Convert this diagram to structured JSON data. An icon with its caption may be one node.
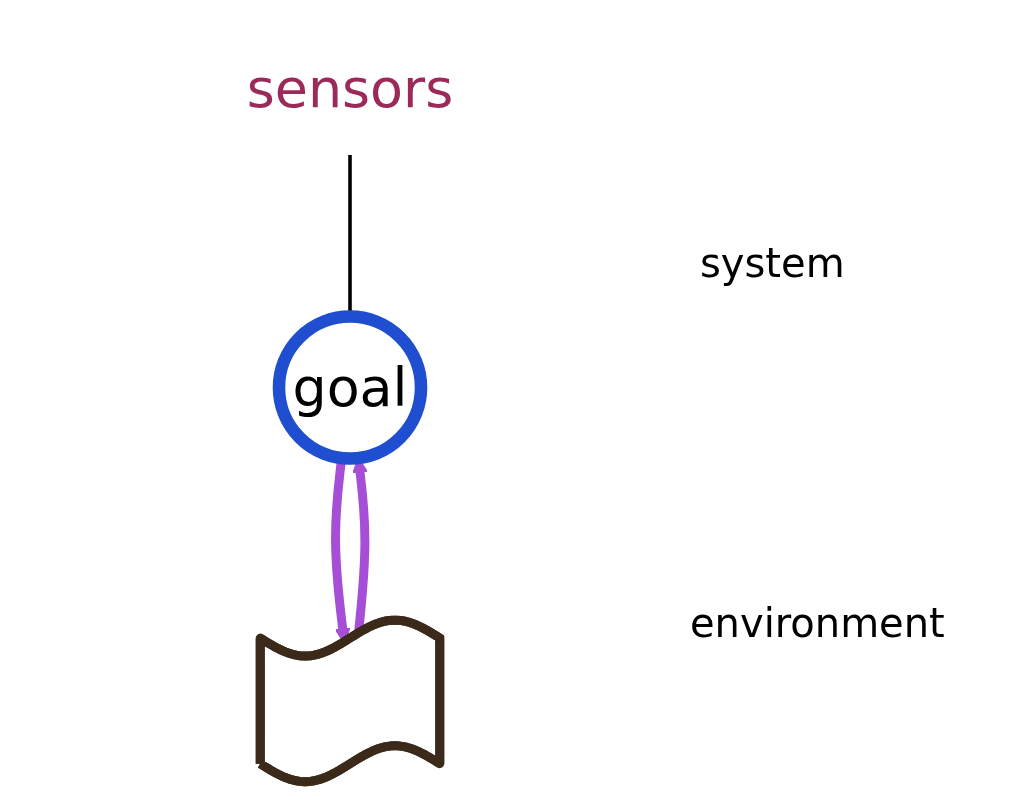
{
  "diagram": {
    "nodes": [
      {
        "text": [
          "goal"
        ]
      },
      {
        "text": [
          "sensors"
        ]
      },
      {
        "text": [],
        "shape": "line"
      }
    ],
    "edges": [
      {
        "from": 2,
        "to": 0,
        "arrow": "to",
        "color": "#a64fd6"
      },
      {
        "from": 0,
        "to": 2,
        "arrow": "to",
        "color": "#a64fd6"
      },
      {
        "from": 1,
        "to": 0,
        "arrow": "none",
        "color": "#000000"
      }
    ],
    "labels": [
      "system",
      "environment"
    ]
  }
}
